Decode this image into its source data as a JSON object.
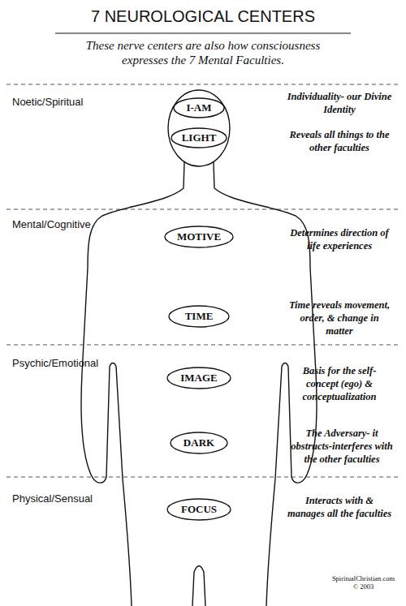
{
  "diagram": {
    "title": "7 NEUROLOGICAL CENTERS",
    "nodes": [
      {
        "text": [
          "I-AM"
        ]
      },
      {
        "text": [
          "LIGHT"
        ]
      },
      {
        "text": [
          "MOTIVE"
        ]
      },
      {
        "text": [
          "TIME"
        ]
      },
      {
        "text": [
          "IMAGE"
        ]
      },
      {
        "text": [
          "DARK"
        ]
      },
      {
        "text": [
          "FOCUS"
        ]
      }
    ],
    "labels": [
      "These nerve centers are also how consciousness expresses the 7 Mental Faculties.",
      "Noetic/Spiritual",
      "Individuality- our Divine Identity",
      "Reveals all things to the other faculties",
      "Mental/Cognitive",
      "Determines direction of life experiences",
      "Time reveals movement, order, & change in matter",
      "Psychic/Emotional",
      "Basis for the self-concept (ego) & conceptualization",
      "The Adversary- it obstructs-interferes with the other faculties",
      "Physical/Sensual",
      "Interacts with & manages all the faculties",
      "SpiritualChristian.com",
      "© 2003"
    ]
  }
}
